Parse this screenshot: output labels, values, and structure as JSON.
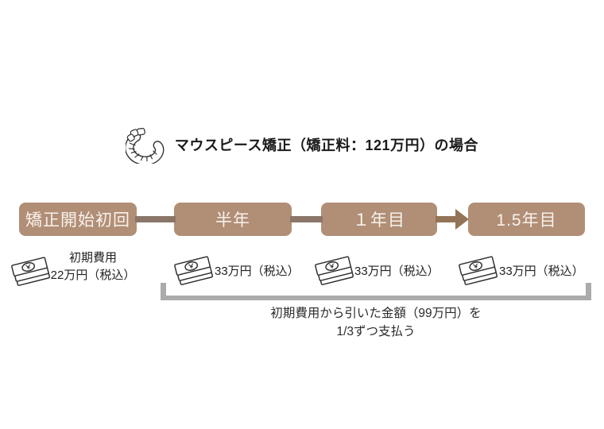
{
  "header": {
    "icon": "teeth-icon",
    "title": "マウスピース矯正（矯正料：121万円）の場合"
  },
  "timeline": {
    "stages": [
      {
        "label": "矯正開始初回",
        "payment_icon": "money-bills-icon",
        "payment_top": "初期費用",
        "payment_bottom": "22万円（税込）"
      },
      {
        "label": "半年",
        "payment_icon": "money-bills-icon",
        "payment": "33万円（税込）"
      },
      {
        "label": "１年目",
        "payment_icon": "money-bills-icon",
        "payment": "33万円（税込）"
      },
      {
        "label": "1.5年目",
        "payment_icon": "money-bills-icon",
        "payment": "33万円（税込）"
      }
    ],
    "connector_style": "thick-line",
    "last_connector_style": "arrow-right"
  },
  "note": {
    "line1": "初期費用から引いた金額（99万円）を",
    "line2": "1/3ずつ支払う"
  },
  "colors": {
    "stage_box": "#b18e76",
    "stage_box_text": "#f8f2ec",
    "connector": "#8a7669",
    "arrow": "#937456",
    "bracket": "#ababab",
    "title_text": "#1a1a1a",
    "body_text": "#222222",
    "background": "#ffffff"
  }
}
